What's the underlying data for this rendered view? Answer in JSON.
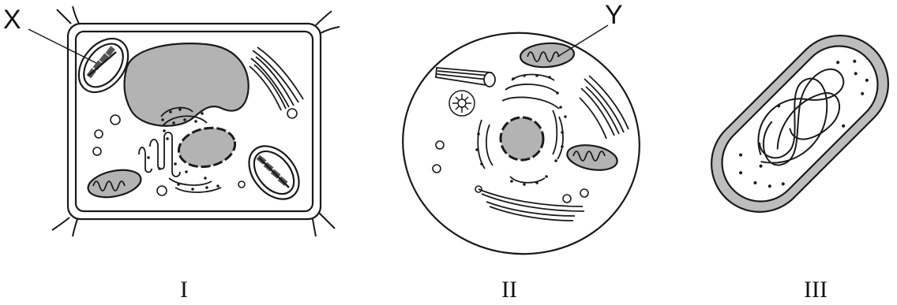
{
  "labels": {
    "x": "X",
    "y": "Y"
  },
  "panels": [
    {
      "numeral": "I"
    },
    {
      "numeral": "II"
    },
    {
      "numeral": "III"
    }
  ],
  "colors": {
    "stroke": "#1a1a1a",
    "fill": "#b3b3b3",
    "darkfill": "#555555",
    "capsule": "#bdbdbd",
    "background": "#ffffff"
  }
}
